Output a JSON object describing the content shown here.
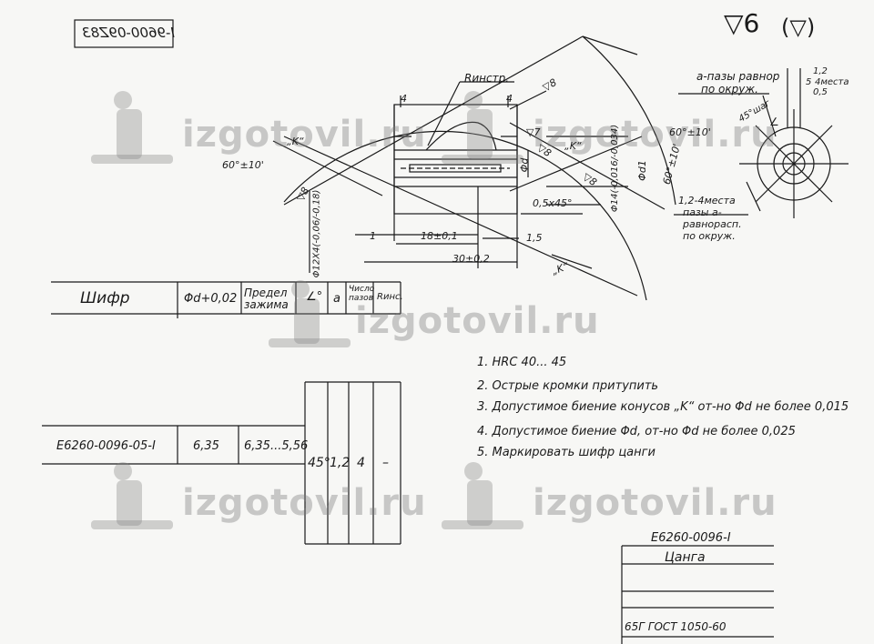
{
  "document": {
    "doc_number_mirrored": "I-9600-09Z83",
    "roughness_main": "▽6",
    "roughness_other": "(▽)",
    "watermark": "izgotovil.ru"
  },
  "drawing": {
    "r_tool": "Rинстр.",
    "dim_4_left": "4",
    "dim_4_right": "4",
    "rough_8_top": "▽8",
    "rough_7": "▽7",
    "rough_8_mid": "▽8",
    "rough_8_right": "▽8",
    "rough_8_left": "▽8",
    "k_left": "„K“",
    "k_mid": "„K“",
    "k_bottom": "„K“",
    "angle_left": "60°±10'",
    "angle_right_a": "60°±10'",
    "angle_right_b": "60°±10'",
    "phi_d": "Φd",
    "phi_d1": "Φd1",
    "phi_14": "Φ14(-0,016/-0,034)",
    "thread": "Φ12X4(-0,06/-0,18)",
    "chamfer": "0,5x45°",
    "dim_1": "1",
    "dim_18": "18±0,1",
    "dim_1_5": "1,5",
    "dim_30": "30±0,2"
  },
  "side_view": {
    "note_top_a": "a-пазы равнор",
    "note_top_b": "по окруж.",
    "note_top_c": "4места",
    "dim_1_2": "1,2",
    "dim_5": "5",
    "dim_05": "0,5",
    "note_45": "45°шаг",
    "angle_sym": "∠",
    "note_bottom_a": "1,2-4места",
    "note_bottom_b": "пазы а-",
    "note_bottom_c": "равнорасп.",
    "note_bottom_d": "по окруж."
  },
  "table": {
    "headers": [
      "Шифр",
      "Φd+0,02",
      "Предел зажима",
      "∠°",
      "a",
      "Число пазов",
      "Rинс."
    ],
    "row": {
      "code": "E6260-0096-05-I",
      "d": "6,35",
      "range": "6,35...5,56",
      "angle": "45°",
      "a": "1,2",
      "slots": "4",
      "r": "–"
    }
  },
  "notes": [
    "1. HRC 40... 45",
    "2. Острые кромки притупить",
    "3. Допустимое биение конусов „K“ от-но Φd не более 0,015",
    "4. Допустимое биение Φd, от-но Φd не более 0,025",
    "5. Маркировать шифр цанги"
  ],
  "title_block": {
    "doc_number": "E6260-0096-I",
    "part_name": "Цанга",
    "material": "65Г ГОСТ 1050-60"
  }
}
